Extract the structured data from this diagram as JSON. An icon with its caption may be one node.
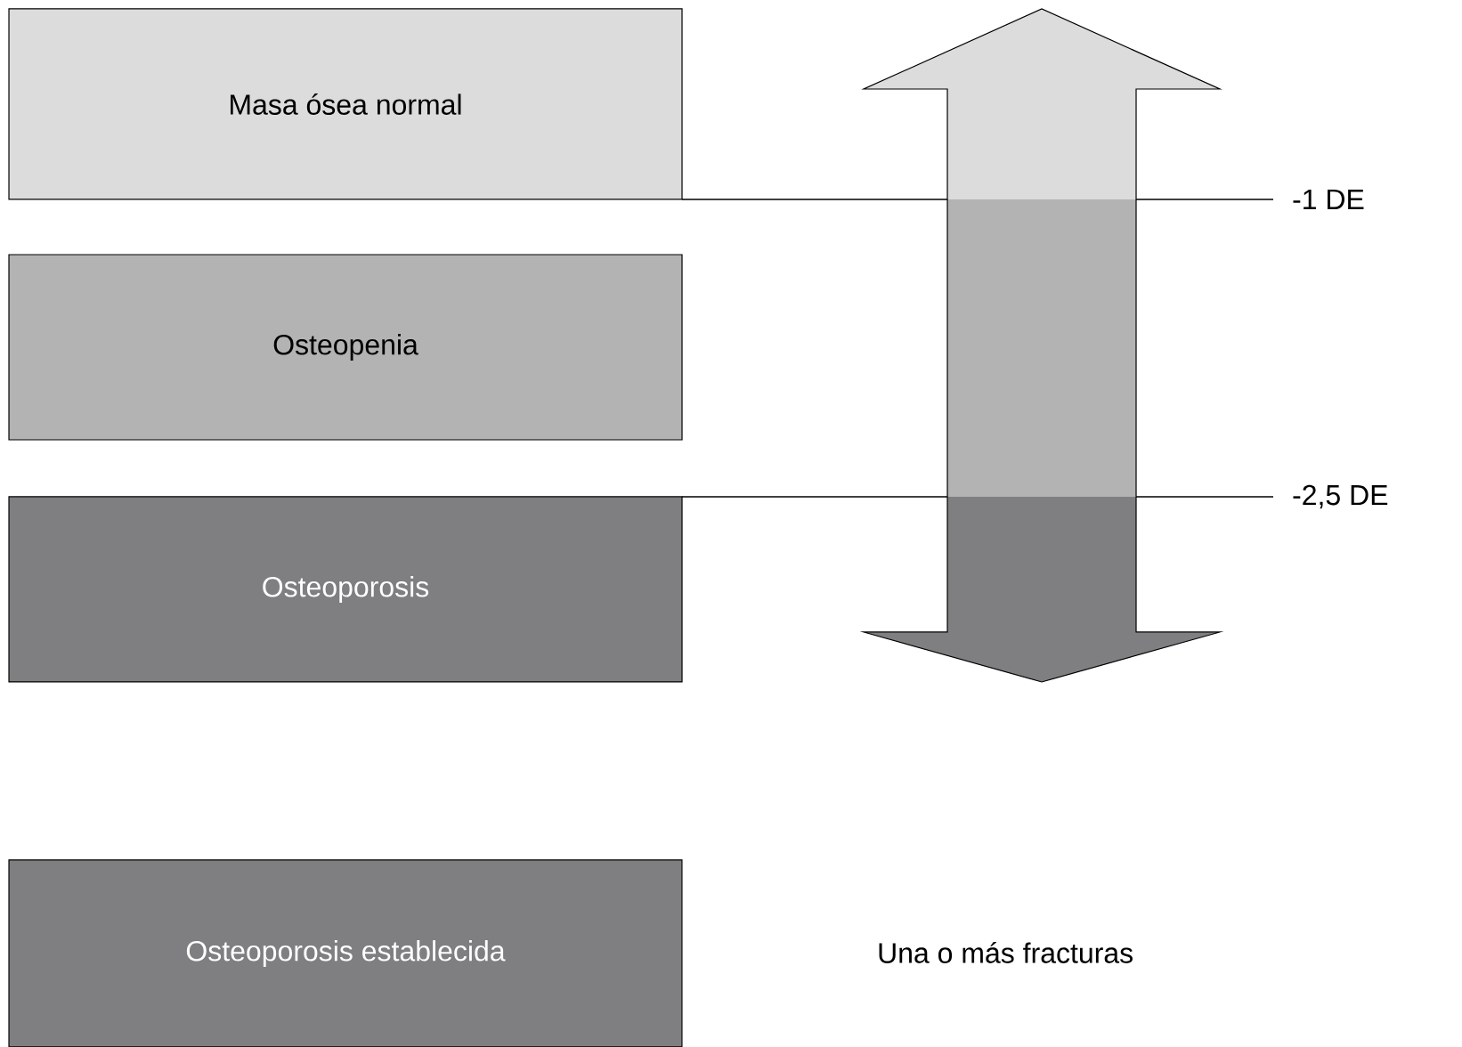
{
  "diagram": {
    "nodes": [
      {
        "text": [
          "Masa ósea normal"
        ]
      },
      {
        "text": [
          "Osteopenia"
        ]
      },
      {
        "text": [
          "Osteoporosis"
        ]
      },
      {
        "text": [
          "Osteoporosis establecida"
        ]
      }
    ],
    "labels": [
      "-1 DE",
      "-2,5 DE",
      "Una o más fracturas"
    ]
  }
}
